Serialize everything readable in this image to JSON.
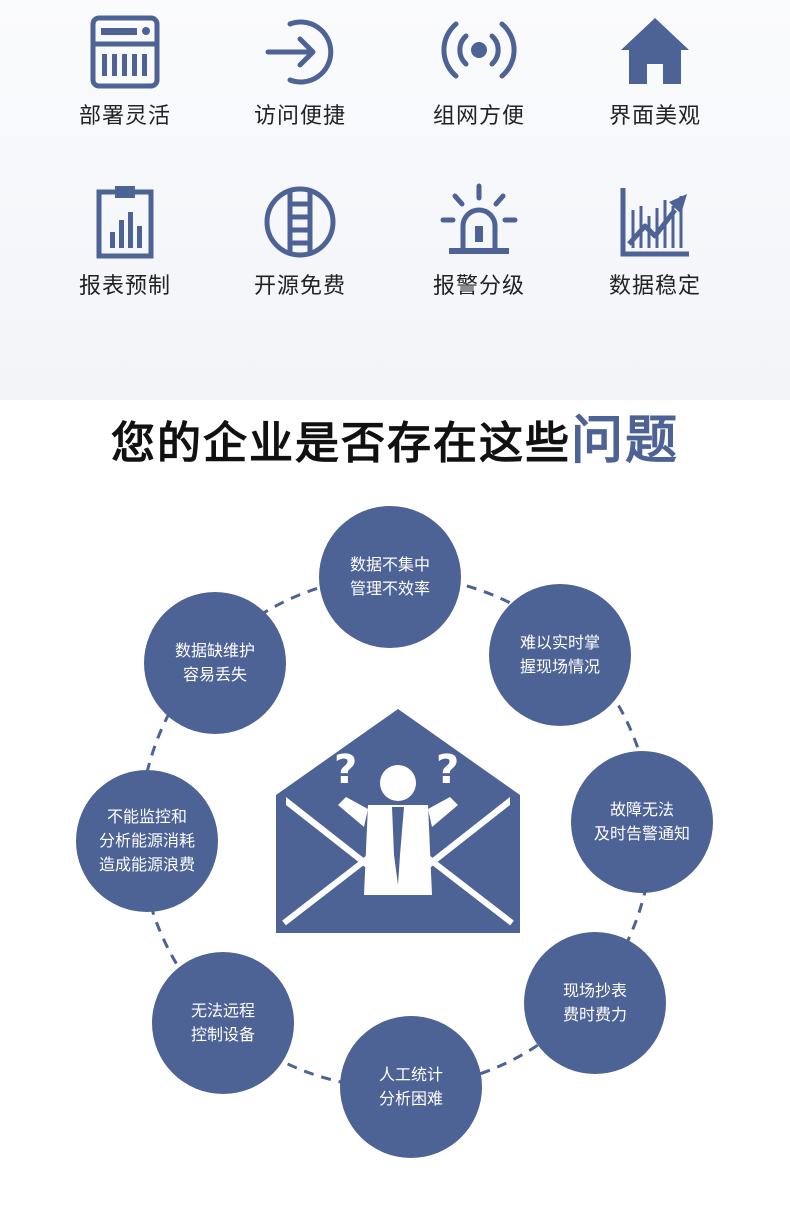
{
  "features": [
    {
      "label": "部署灵活",
      "icon": "server-icon"
    },
    {
      "label": "访问便捷",
      "icon": "login-arrow-icon"
    },
    {
      "label": "组网方便",
      "icon": "broadcast-icon"
    },
    {
      "label": "界面美观",
      "icon": "home-icon"
    },
    {
      "label": "报表预制",
      "icon": "clipboard-chart-icon"
    },
    {
      "label": "开源免费",
      "icon": "ladder-circle-icon"
    },
    {
      "label": "报警分级",
      "icon": "alarm-light-icon"
    },
    {
      "label": "数据稳定",
      "icon": "growth-chart-icon"
    }
  ],
  "heading": {
    "main": "您的企业是否存在这些",
    "highlight": "问题"
  },
  "problems": [
    {
      "line1": "数据不集中",
      "line2": "管理不效率"
    },
    {
      "line1": "难以实时掌",
      "line2": "握现场情况"
    },
    {
      "line1": "故障无法",
      "line2": "及时告警通知"
    },
    {
      "line1": "现场抄表",
      "line2": "费时费力"
    },
    {
      "line1": "人工统计",
      "line2": "分析困难"
    },
    {
      "line1": "无法远程",
      "line2": "控制设备"
    },
    {
      "line1": "不能监控和",
      "line2": "分析能源消耗",
      "line3": "造成能源浪费"
    },
    {
      "line1": "数据缺维护",
      "line2": "容易丢失"
    }
  ],
  "colors": {
    "accent": "#4d6295",
    "text": "#222222"
  }
}
